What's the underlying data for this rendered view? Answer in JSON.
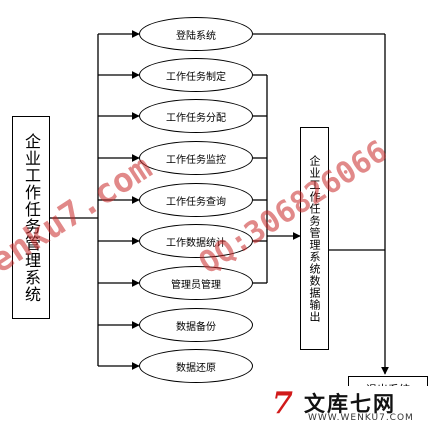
{
  "root": {
    "label": "企业工作任务管理系统"
  },
  "modules": [
    {
      "label": "登陆系统"
    },
    {
      "label": "工作任务制定"
    },
    {
      "label": "工作任务分配"
    },
    {
      "label": "工作任务监控"
    },
    {
      "label": "工作任务查询"
    },
    {
      "label": "工作数据统计"
    },
    {
      "label": "管理员管理"
    },
    {
      "label": "数据备份"
    },
    {
      "label": "数据还原"
    }
  ],
  "output": {
    "label": "企业工作任务管理系统数据输出"
  },
  "exit": {
    "label": "退出系统"
  },
  "watermarks": {
    "site": "wenku7.com",
    "qq": "QQ:306826066"
  },
  "logo": {
    "mark": "7",
    "name": "文库七网",
    "url": "WWW.WENKU7.COM"
  },
  "colors": {
    "line": "#000000",
    "watermark": "#c82828",
    "logo_red": "#d11a1a"
  }
}
